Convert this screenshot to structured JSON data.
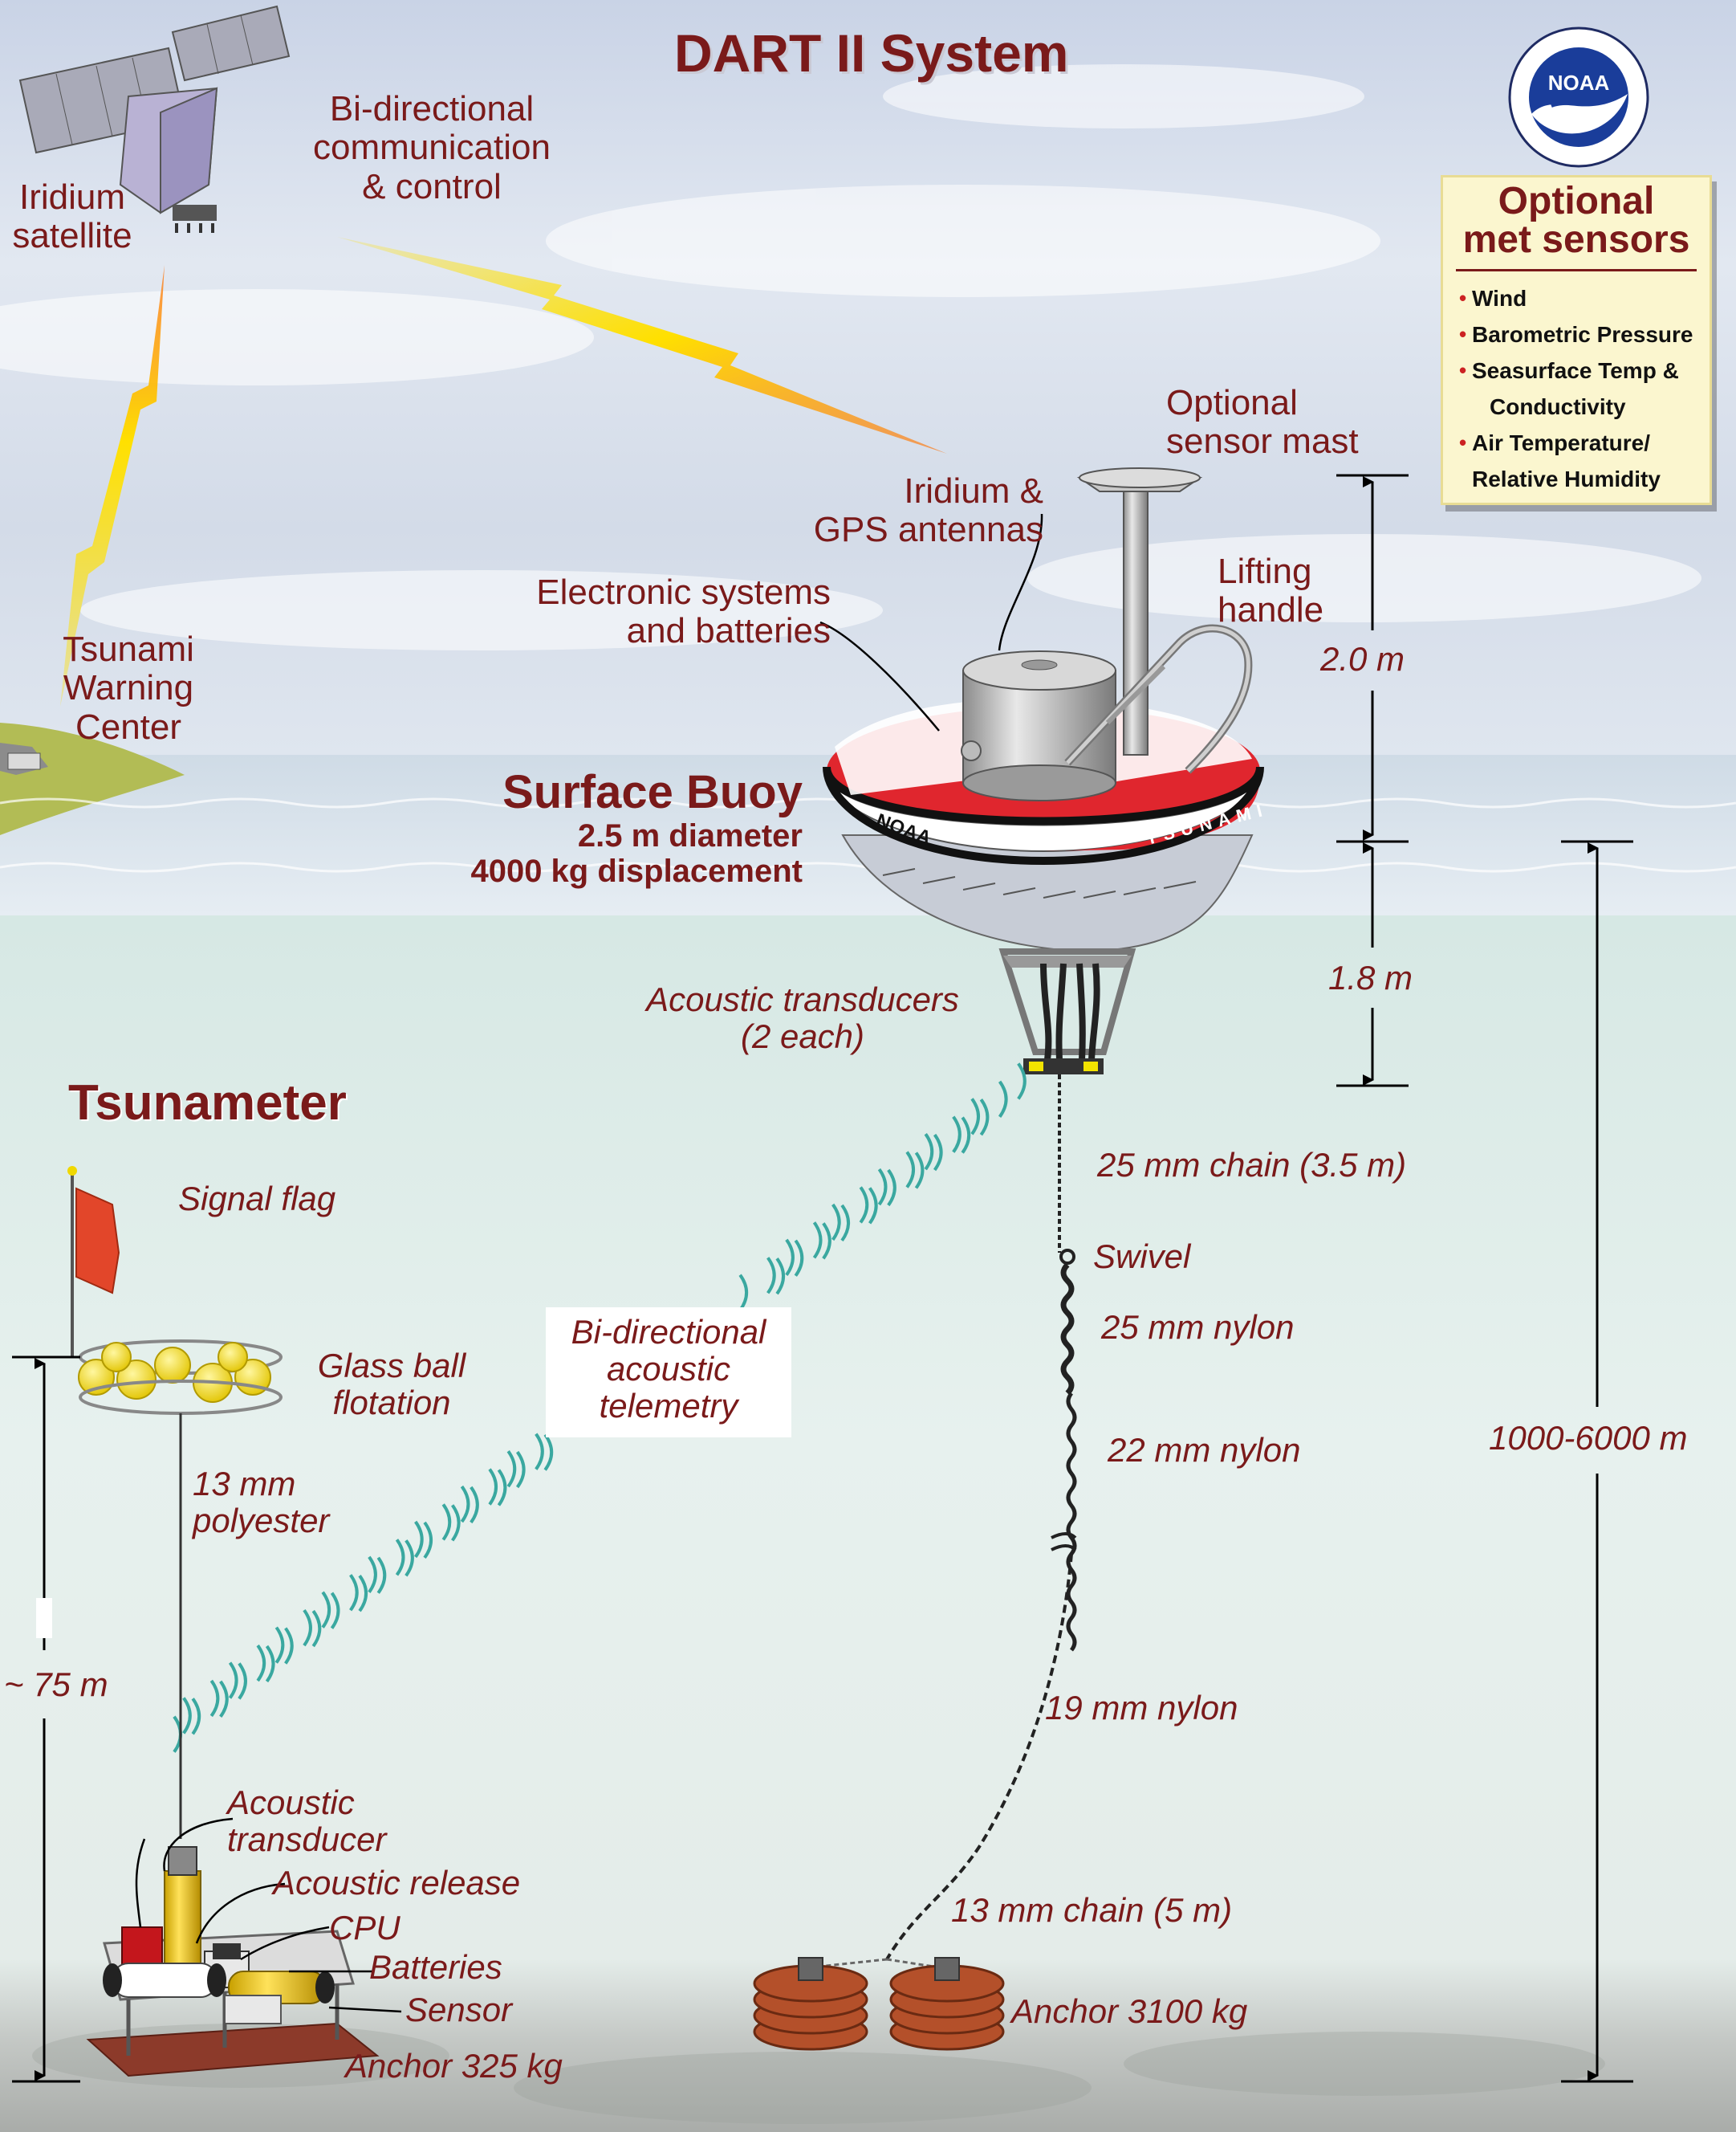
{
  "title": "DART II System",
  "sky_labels": {
    "satellite": [
      "Iridium",
      "satellite"
    ],
    "comm": [
      "Bi-directional",
      "communication",
      "& control"
    ],
    "warning_center": [
      "Tsunami",
      "Warning",
      "Center"
    ],
    "sensor_mast": [
      "Optional",
      "sensor mast"
    ],
    "antennas": [
      "Iridium &",
      "GPS antennas"
    ],
    "electronics": [
      "Electronic systems",
      "and batteries"
    ],
    "handle": [
      "Lifting",
      "handle"
    ]
  },
  "buoy": {
    "title": "Surface Buoy",
    "diameter": "2.5 m diameter",
    "displacement": "4000 kg displacement",
    "band_text_left": "NOAA",
    "band_text_right": "TSUNAMI",
    "transducers": [
      "Acoustic transducers",
      "(2 each)"
    ]
  },
  "met_sensors": {
    "title": [
      "Optional",
      "met sensors"
    ],
    "items": [
      "Wind",
      "Barometric Pressure",
      "Seasurface Temp &",
      "Conductivity",
      "Air Temperature/",
      "Relative Humidity"
    ]
  },
  "mooring": {
    "chain_top": "25 mm chain (3.5 m)",
    "swivel": "Swivel",
    "nylon_25": "25 mm nylon",
    "nylon_22": "22 mm nylon",
    "nylon_19": "19 mm nylon",
    "chain_bottom": "13 mm chain (5 m)",
    "anchor": "Anchor 3100 kg"
  },
  "dimensions": {
    "mast": "2.0 m",
    "hull": "1.8 m",
    "depth": "1000-6000 m",
    "tsunameter_height": "~ 75 m"
  },
  "telemetry": [
    "Bi-directional",
    "acoustic",
    "telemetry"
  ],
  "tsunameter": {
    "title": "Tsunameter",
    "signal_flag": "Signal flag",
    "flotation": [
      "Glass ball",
      "flotation"
    ],
    "polyester": [
      "13 mm",
      "polyester"
    ],
    "acoustic_transducer": [
      "Acoustic",
      "transducer"
    ],
    "acoustic_release": "Acoustic release",
    "cpu": "CPU",
    "batteries": "Batteries",
    "sensor": "Sensor",
    "anchor": "Anchor 325 kg"
  },
  "logo_text": "NOAA",
  "colors": {
    "label": "#7a1a1a",
    "buoy_red": "#e0262e",
    "telemetry": "#3aa8a0",
    "lightning": "#ffe000",
    "sky": "#d6e2ee",
    "sea": "#e2efec",
    "seafloor": "#b8b8b4"
  }
}
